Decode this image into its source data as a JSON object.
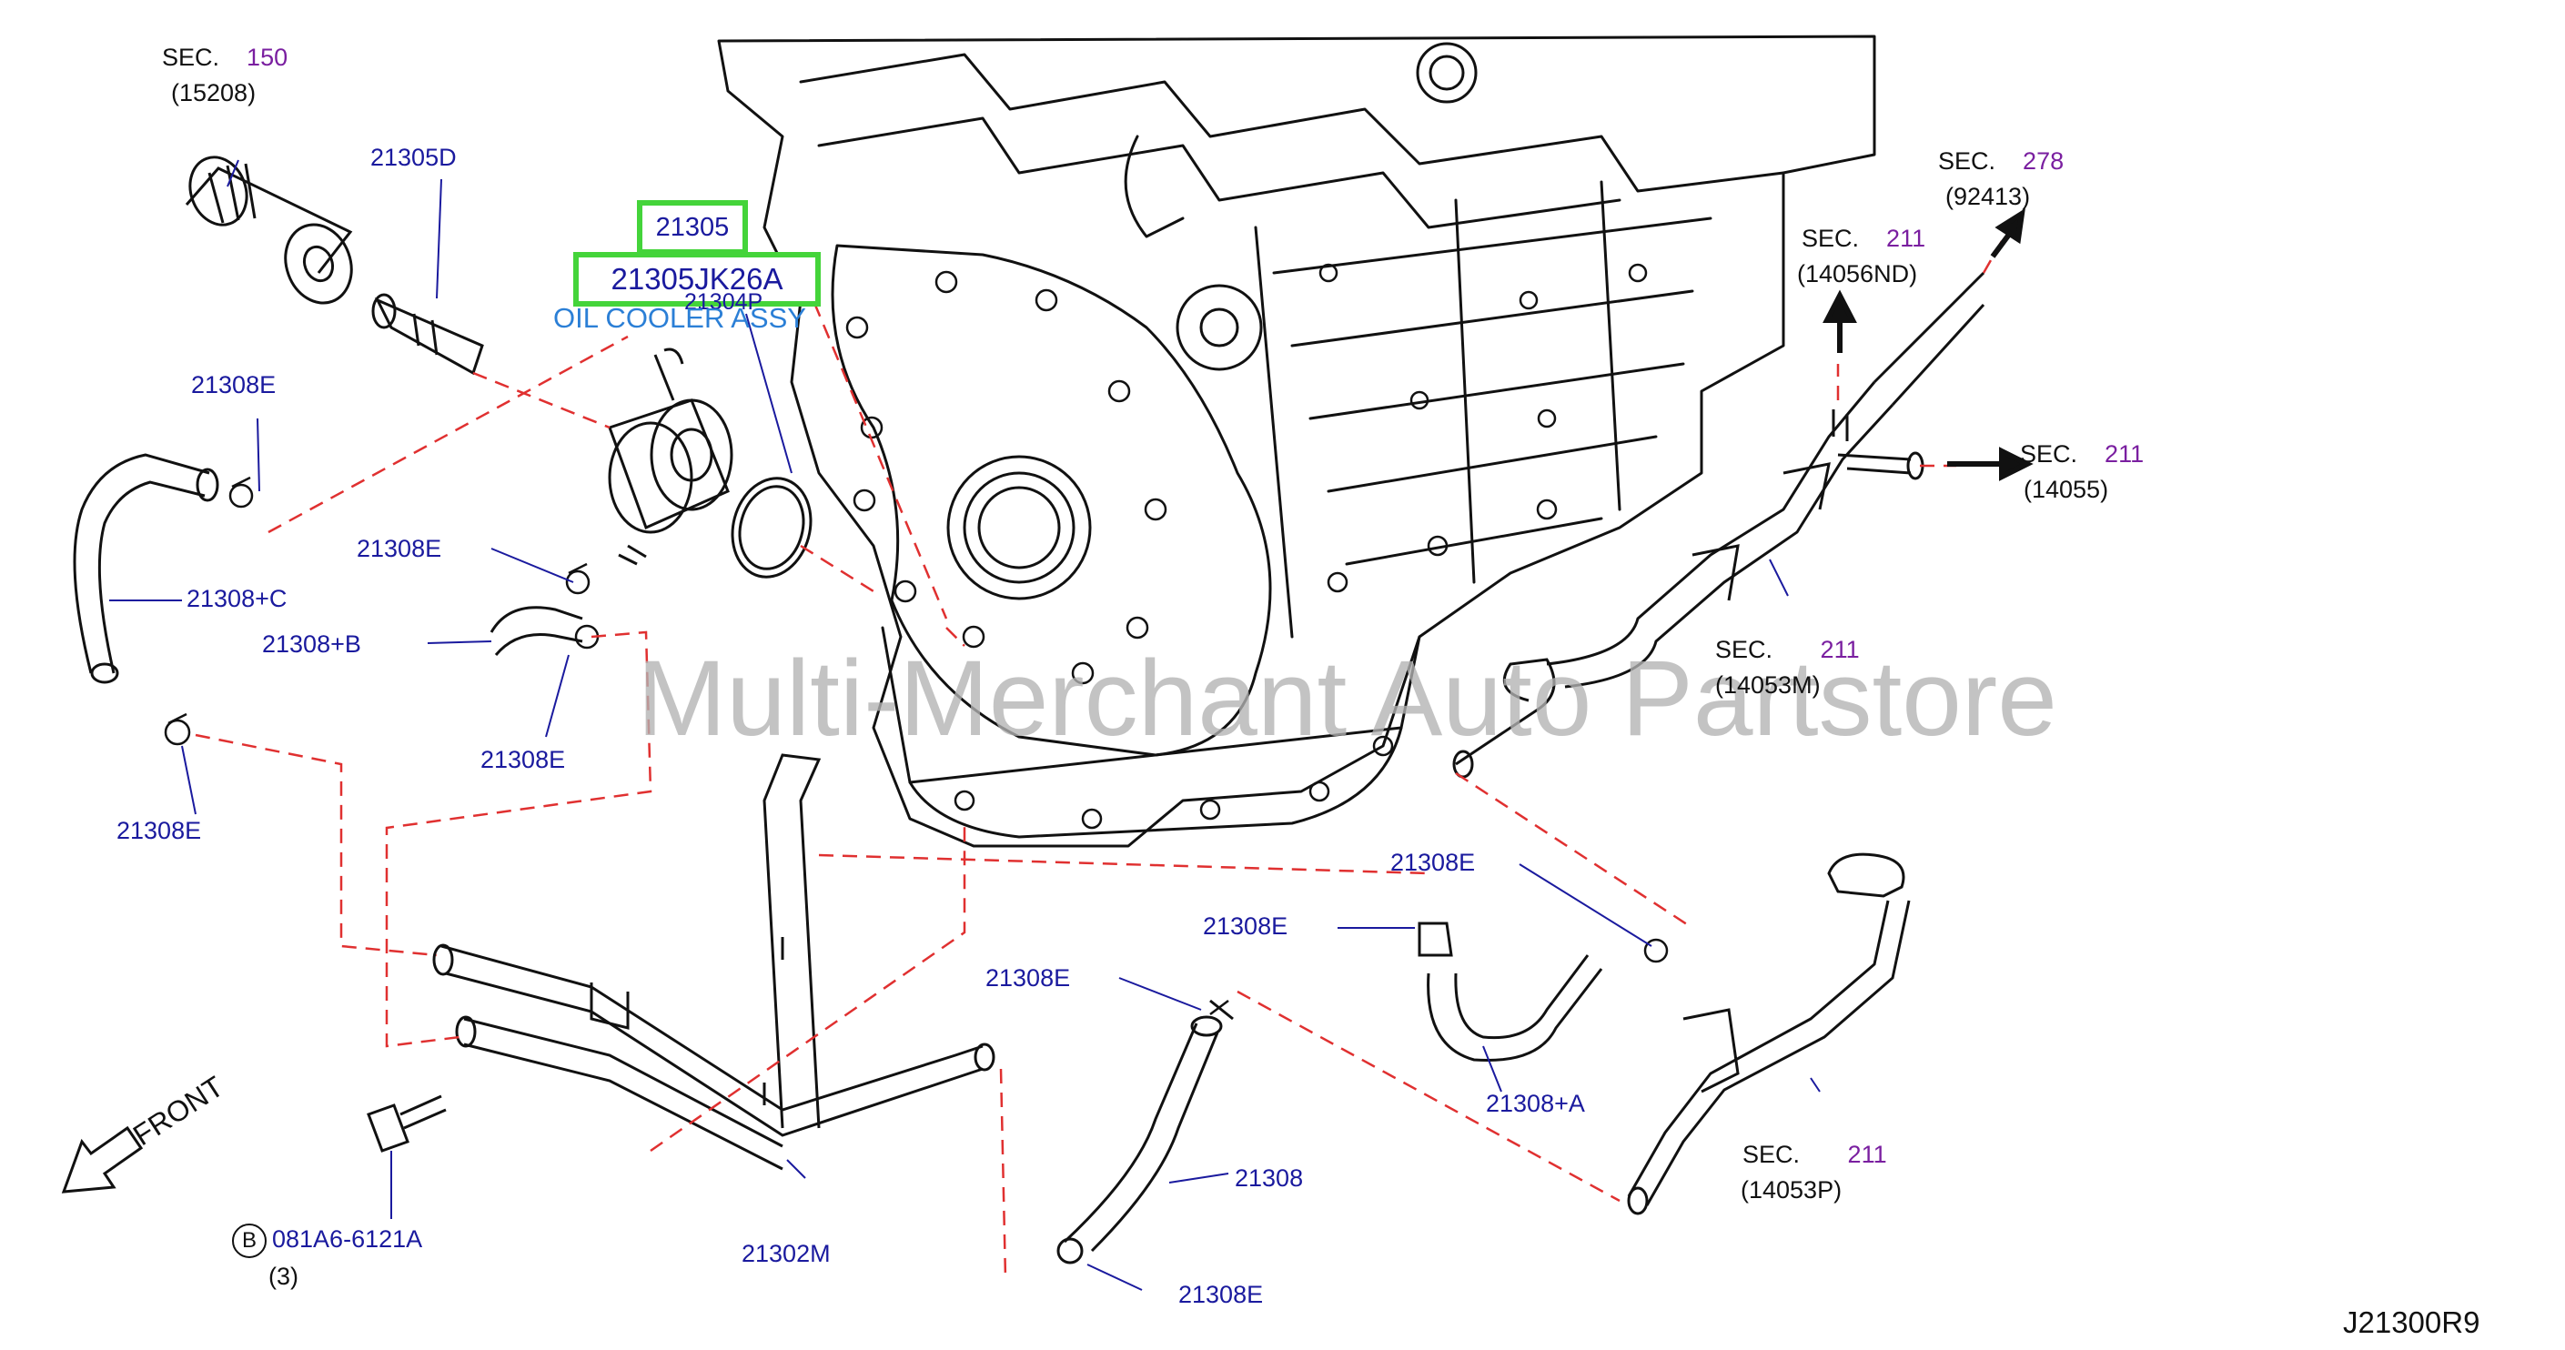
{
  "diagram_code": "J21300R9",
  "watermark": "Multi-Merchant Auto Partstore",
  "front_label": "FRONT",
  "highlight": {
    "part_number": "21305",
    "oem_number": "21305JK26A",
    "description": "OIL COOLER ASSY"
  },
  "sections": [
    {
      "id": "sec-150",
      "sec": "SEC.",
      "num": "150",
      "code": "(15208)"
    },
    {
      "id": "sec-278",
      "sec": "SEC.",
      "num": "278",
      "code": "(92413)"
    },
    {
      "id": "sec-211-a",
      "sec": "SEC.",
      "num": "211",
      "code": "(14056ND)"
    },
    {
      "id": "sec-211-b",
      "sec": "SEC.",
      "num": "211",
      "code": "(14055)"
    },
    {
      "id": "sec-211-c",
      "sec": "SEC.",
      "num": "211",
      "code": "(14053M)"
    },
    {
      "id": "sec-211-d",
      "sec": "SEC.",
      "num": "211",
      "code": "(14053P)"
    }
  ],
  "parts": [
    "21305D",
    "21304P",
    "21308E",
    "21308+C",
    "21308E",
    "21308+B",
    "21308E",
    "21308E",
    "21308E",
    "21308E",
    "21308+A",
    "21308E",
    "21308",
    "21308E",
    "21302M"
  ],
  "bolt": {
    "symbol": "B",
    "part": "081A6-6121A",
    "qty": "(3)"
  },
  "colors": {
    "part_label": "#1a1a9e",
    "section_number": "#7a1fa0",
    "highlight_border": "#44d43a",
    "description": "#2b7fd6",
    "leader_dashed": "#e03030",
    "drawing": "#111111"
  }
}
